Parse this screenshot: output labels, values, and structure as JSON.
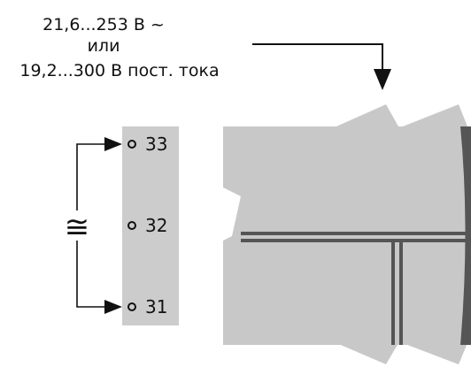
{
  "supply_label": {
    "line1": "21,6...253 В ~",
    "line2": "или",
    "line3": "19,2...300 В пост. тока"
  },
  "terminals": [
    {
      "label": "33"
    },
    {
      "label": "32"
    },
    {
      "label": "31"
    }
  ],
  "ac_dc_symbol": "≅",
  "colors": {
    "panel": "#cccccc",
    "housing": "#c8c8c8",
    "groove": "#555555",
    "line": "#111111"
  }
}
